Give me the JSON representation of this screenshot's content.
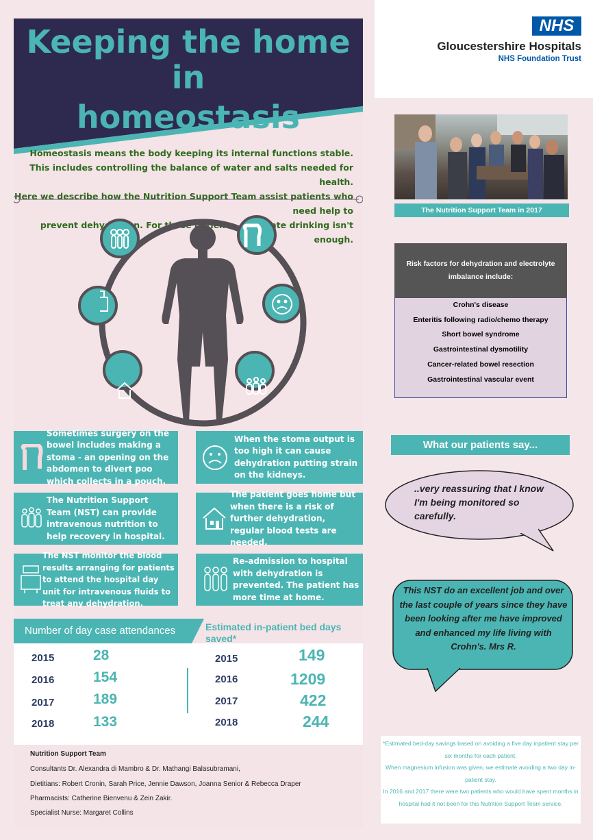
{
  "title": {
    "line1": "Keeping the home in",
    "line2": "homeostasis"
  },
  "intro": [
    "Homeostasis means the body keeping its internal functions stable.",
    "This includes controlling the balance of water and salts needed for health.",
    "Here we describe how the Nutrition Support Team assist patients who need help to",
    "prevent dehydration. For these patients, adequate drinking isn't enough."
  ],
  "ring_icons": [
    "blood-tubes-icon",
    "intestine-icon",
    "hospital-bed-icon",
    "sad-face-icon",
    "house-icon",
    "team-people-icon"
  ],
  "cards": [
    {
      "icon": "intestine-icon",
      "text": "Sometimes surgery on the bowel includes making a stoma - an opening on the abdomen to divert poo which collects in a pouch."
    },
    {
      "icon": "sad-face-icon",
      "text": "When the stoma output is too high it can cause dehydration putting strain on the kidneys."
    },
    {
      "icon": "team-people-icon",
      "text": "The Nutrition Support Team (NST) can provide intravenous nutrition to help recovery in hospital."
    },
    {
      "icon": "house-icon",
      "text": "The patient goes home but when there is a risk of further dehydration, regular blood tests are needed."
    },
    {
      "icon": "hospital-bed-icon",
      "text": "The NST monitor the blood results arranging for patients to attend the hospital day unit for intravenous fluids to treat any dehydration."
    },
    {
      "icon": "blood-tubes-icon",
      "text": "Re-admission to hospital with dehydration is prevented. The patient has more time at home."
    }
  ],
  "stats": {
    "day_case_title": "Number of day case attendances",
    "bed_days_title": "Estimated in-patient bed days saved*",
    "rows": [
      {
        "year": "2015",
        "day_case": "28",
        "bed_year": "2015",
        "bed_days": "149"
      },
      {
        "year": "2016",
        "day_case": "154",
        "bed_year": "2016",
        "bed_days": "1209"
      },
      {
        "year": "2017",
        "day_case": "189",
        "bed_year": "2017",
        "bed_days": "422"
      },
      {
        "year": "2018",
        "day_case": "133",
        "bed_year": "2018",
        "bed_days": "244"
      }
    ]
  },
  "footer": {
    "heading": "Nutrition Support Team",
    "consultants": "Consultants Dr. Alexandra di Mambro & Dr. Mathangi Balasubramani,",
    "dietitians": "Dietitians: Robert Cronin, Sarah Price, Jennie Dawson, Joanna Senior & Rebecca Draper",
    "pharmacists": "Pharmacists: Catherine Bienvenu & Zein Zakir.",
    "nurse": "Specialist Nurse: Margaret Collins"
  },
  "logo": {
    "nhs": "NHS",
    "trust": "Gloucestershire Hospitals",
    "foundation": "NHS Foundation Trust"
  },
  "photo_caption": "The Nutrition Support Team in 2017",
  "risk": {
    "heading": "Risk factors for dehydration and electrolyte imbalance include:",
    "items": [
      "Crohn's disease",
      "Enteritis following radio/chemo therapy",
      "Short bowel syndrome",
      "Gastrointestinal dysmotility",
      "Cancer-related bowel resection",
      "Gastrointestinal vascular event"
    ]
  },
  "patients_heading": "What our patients say...",
  "quote1": "..very reassuring that I know I'm being monitored so carefully.",
  "quote2": "This NST do an excellent job and over the last couple of years since they have been looking after me have improved and enhanced my life living with Crohn's. Mrs R.",
  "note": [
    "*Estimated bed-day savings based on avoiding a five day inpatient stay per six months for each patient.",
    "When magnesium infusion was given, we estimate avoiding a two day in-patient stay.",
    "In 2016 and 2017 there were two patients who would have spent months in hospital had it not been for this Nutrition Support Team service."
  ],
  "colors": {
    "teal": "#4bb5b3",
    "navy": "#2e2a4f",
    "pink_bg": "#f4e3e7",
    "nhs_blue": "#0059a8",
    "intro_green": "#2f6b1e"
  }
}
